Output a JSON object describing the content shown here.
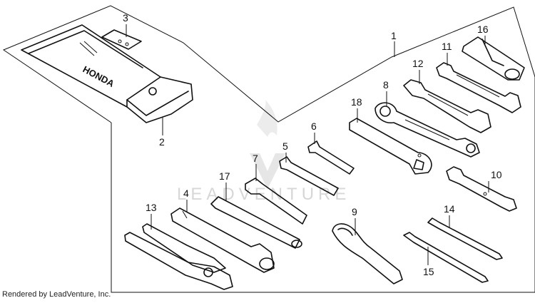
{
  "callouts": [
    {
      "id": "1",
      "text": "1"
    },
    {
      "id": "2",
      "text": "2"
    },
    {
      "id": "3",
      "text": "3"
    },
    {
      "id": "4",
      "text": "4"
    },
    {
      "id": "5",
      "text": "5"
    },
    {
      "id": "6",
      "text": "6"
    },
    {
      "id": "7",
      "text": "7"
    },
    {
      "id": "8",
      "text": "8"
    },
    {
      "id": "9",
      "text": "9"
    },
    {
      "id": "10",
      "text": "10"
    },
    {
      "id": "11",
      "text": "11"
    },
    {
      "id": "12",
      "text": "12"
    },
    {
      "id": "13",
      "text": "13"
    },
    {
      "id": "14",
      "text": "14"
    },
    {
      "id": "15",
      "text": "15"
    },
    {
      "id": "16",
      "text": "16"
    },
    {
      "id": "17",
      "text": "17"
    },
    {
      "id": "18",
      "text": "18"
    }
  ],
  "watermark": {
    "text": "LEADVENTURE"
  },
  "footer": {
    "text": "Rendered by LeadVenture, Inc."
  },
  "colors": {
    "line": "#111111",
    "watermark": "#d7d7d7"
  }
}
